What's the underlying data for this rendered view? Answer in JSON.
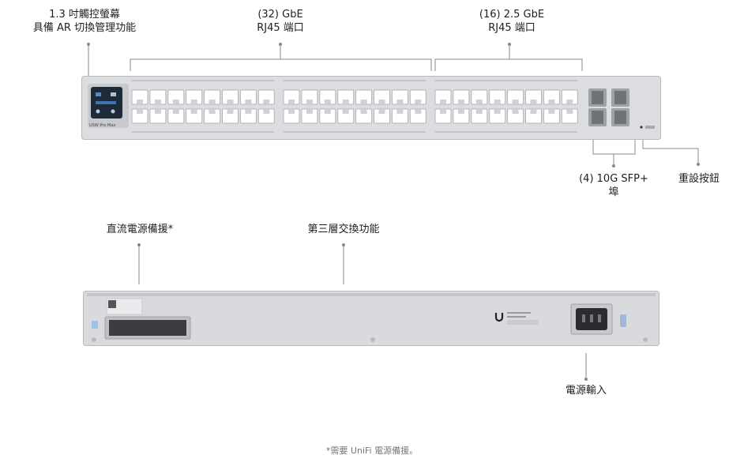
{
  "front": {
    "screen_label": [
      "1.3 吋觸控螢幕",
      "具備 AR 切換管理功能"
    ],
    "gbe_label": [
      "(32) GbE",
      "RJ45 端口"
    ],
    "ge25_label": [
      "(16) 2.5 GbE",
      "RJ45 端口"
    ],
    "sfp_label": [
      "(4) 10G SFP+",
      "埠"
    ],
    "reset_label": "重設按鈕",
    "model_text": "USW Pro Max"
  },
  "rear": {
    "dc_label": "直流電源備援*",
    "l3_label": "第三層交換功能",
    "power_label": "電源輸入"
  },
  "footnote": "*需要 UniFi 電源備援。",
  "colors": {
    "chassis": "#dcdde0",
    "chassis_edge": "#b9bbbf",
    "port": "#ffffff",
    "line": "#8a8a8a",
    "screen": "#1c2a3a"
  }
}
